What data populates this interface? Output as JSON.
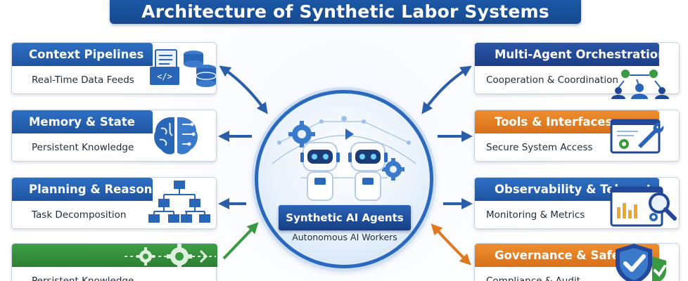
{
  "title": "Architecture of Synthetic Labor Systems",
  "hub": {
    "label": "Synthetic AI Agents",
    "sublabel": "Autonomous AI Workers"
  },
  "left_components": [
    {
      "title": "Context Pipelines",
      "subtitle": "Real-Time Data Feeds",
      "color": "#2a66b8",
      "icon": "documents-database-icon"
    },
    {
      "title": "Memory & State",
      "subtitle": "Persistent Knowledge",
      "color": "#2a66b8",
      "icon": "brain-circuit-icon"
    },
    {
      "title": "Planning & Reasoning",
      "subtitle": "Task Decomposition",
      "color": "#2a66b8",
      "icon": "hierarchy-chart-icon"
    },
    {
      "title": "",
      "subtitle": "Persistent Knowledge",
      "color": "#3a9a41",
      "icon": "gears-icon"
    }
  ],
  "right_components": [
    {
      "title": "Multi-Agent Orchestration",
      "subtitle": "Cooperation & Coordination",
      "color": "#23489a",
      "icon": "network-people-icon"
    },
    {
      "title": "Tools & Interfaces",
      "subtitle": "Secure System Access",
      "color": "#e07a21",
      "icon": "monitor-wrench-icon"
    },
    {
      "title": "Observability & Telemetry",
      "subtitle": "Monitoring & Metrics",
      "color": "#2a66b8",
      "icon": "dashboard-magnifier-icon"
    },
    {
      "title": "Governance & Safety",
      "subtitle": "Compliance & Audit",
      "color": "#e07a21",
      "icon": "shield-check-icon"
    }
  ],
  "colors": {
    "primary_blue": "#2a66b8",
    "navy": "#1b3e86",
    "orange": "#e07a21",
    "green": "#3a9a41",
    "arrow_blue": "#2a5ea8"
  }
}
